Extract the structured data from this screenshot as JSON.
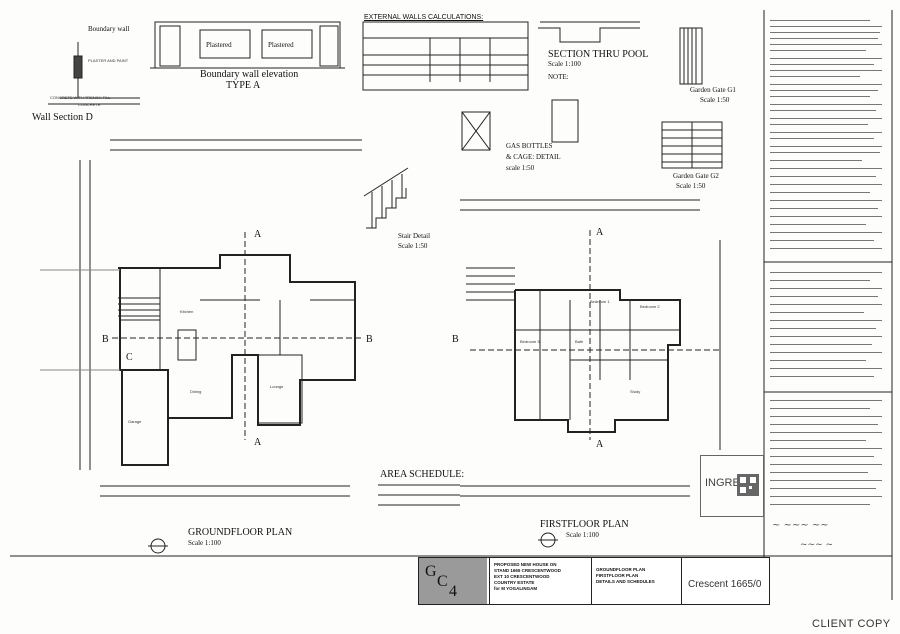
{
  "sheet": {
    "wall_section": {
      "line1": "Boundary wall",
      "title": "Wall Section D"
    },
    "boundary_wall": {
      "title": "Boundary wall elevation",
      "subtitle": "TYPE A",
      "panel_left": "Plastered",
      "panel_right": "Plastered",
      "note1": "PLASTER AND PAINT",
      "note2": "CONCRETE WITH TRENCH FILL",
      "note3": "CONCRETE"
    },
    "external_walls": {
      "title": "EXTERNAL WALLS CALCULATIONS:"
    },
    "section_pool": {
      "title": "SECTION THRU POOL",
      "scale": "Scale 1:100",
      "note": "NOTE:"
    },
    "gas": {
      "line1": "GAS BOTTLES",
      "line2": "& CAGE: DETAIL",
      "scale": "scale 1:50"
    },
    "garden_g1": {
      "title": "Garden Gate G1",
      "scale": "Scale 1:50"
    },
    "garden_g2": {
      "title": "Garden Gate G2",
      "scale": "Scale 1:50"
    },
    "stair": {
      "title": "Stair Detail",
      "scale": "Scale 1:50"
    },
    "ground_plan": {
      "title": "GROUNDFLOOR PLAN",
      "scale": "Scale 1:100"
    },
    "first_plan": {
      "title": "FIRSTFLOOR PLAN",
      "scale": "Scale 1:100"
    },
    "area_schedule": {
      "title": "AREA SCHEDULE:"
    },
    "section_markers": {
      "a": "A",
      "b": "B",
      "c": "C"
    },
    "room_labels": [
      "Garage",
      "Lounge",
      "Dining",
      "Kitchen",
      "Bedroom 1",
      "Bedroom 2",
      "Bedroom 3",
      "Bath",
      "Study"
    ],
    "title_block": {
      "logo_g": "G",
      "logo_c": "C",
      "logo_4": "4",
      "project": [
        "PROPOSED NEW HOUSE ON",
        "STAND 1665 CRESCENTWOOD",
        "EXT 10 CRESCENTWOOD",
        "COUNTRY ESTATE",
        "for M YOGALINGAM"
      ],
      "drawing": [
        "GROUNDFLOOR PLAN",
        "FIRSTFLOOR PLAN",
        "DETAILS AND SCHEDULES"
      ],
      "ref": "Crescent 1665/0"
    },
    "stamp": {
      "text": "INGRE"
    },
    "footer": {
      "client_copy": "CLIENT COPY"
    }
  }
}
